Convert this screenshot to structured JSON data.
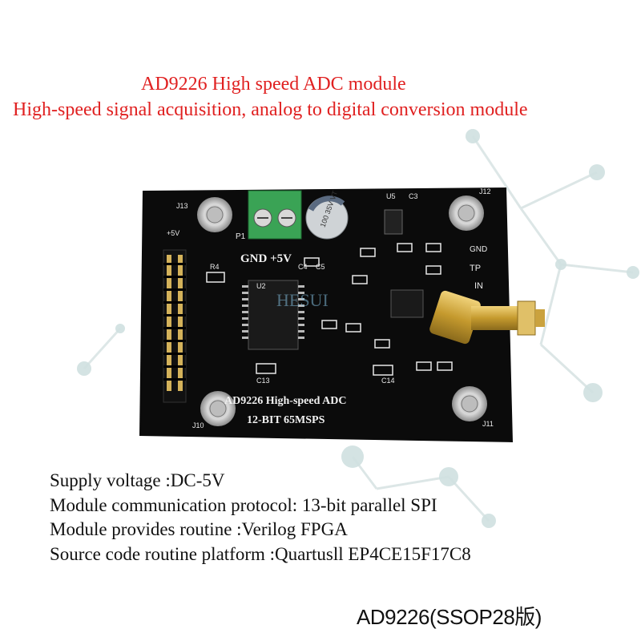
{
  "title": {
    "line1": "AD9226 High speed ADC module",
    "line2": "High-speed signal acquisition, analog to digital conversion module"
  },
  "board": {
    "label_line1": "AD9226  High-speed  ADC",
    "label_line2": "12-BIT  65MSPS",
    "terminal_label": "GND +5V",
    "header_left_labels": [
      "+5V"
    ],
    "silk_j13": "J13",
    "silk_j12": "J12",
    "silk_j10": "J10",
    "silk_j11": "J11",
    "silk_p1": "P1",
    "silk_u2": "U2",
    "silk_u5": "U5",
    "silk_c3": "C3",
    "silk_c4": "C4",
    "silk_c5": "C5",
    "silk_c13": "C13",
    "silk_c14": "C14",
    "silk_r4": "R4",
    "silk_gnd": "GND",
    "silk_tp": "TP",
    "silk_in": "IN",
    "cap_text": "100 35V VT",
    "watermark": "HESUI"
  },
  "specs": [
    "Supply voltage :DC-5V",
    "Module communication protocol: 13-bit parallel SPI",
    "Module provides routine :Verilog FPGA",
    "Source code routine platform :Quartusll EP4CE15F17C8"
  ],
  "caption": "AD9226(SSOP28版)",
  "colors": {
    "title": "#e02020",
    "pcb": "#0a0a0a",
    "terminal": "#3aa355",
    "gold": "#c9a23a"
  }
}
